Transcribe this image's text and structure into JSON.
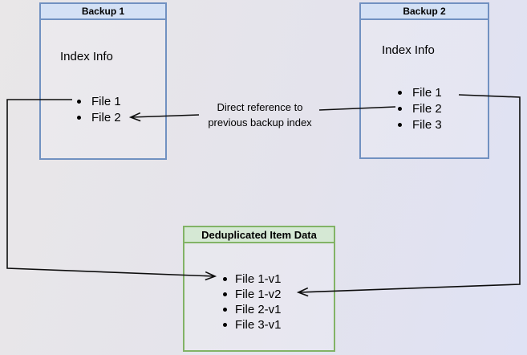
{
  "diagram": {
    "backup1": {
      "title": "Backup 1",
      "body_label": "Index Info",
      "files": [
        "File 1",
        "File 2"
      ]
    },
    "backup2": {
      "title": "Backup 2",
      "body_label": "Index Info",
      "files": [
        "File 1",
        "File 2",
        "File 3"
      ]
    },
    "dedup": {
      "title": "Deduplicated Item Data",
      "files": [
        "File 1-v1",
        "File 1-v2",
        "File 2-v1",
        "File 3-v1"
      ]
    },
    "edge_label": {
      "line1": "Direct reference to",
      "line2": "previous backup index"
    },
    "colors": {
      "blue_fill": "#d4e1f5",
      "blue_border": "#7191c1",
      "green_fill": "#d5e8d4",
      "green_border": "#82b366",
      "line_color": "#0d0d0d",
      "bg_left": "#e9e7e8",
      "bg_right": "#dfe2f4"
    }
  }
}
